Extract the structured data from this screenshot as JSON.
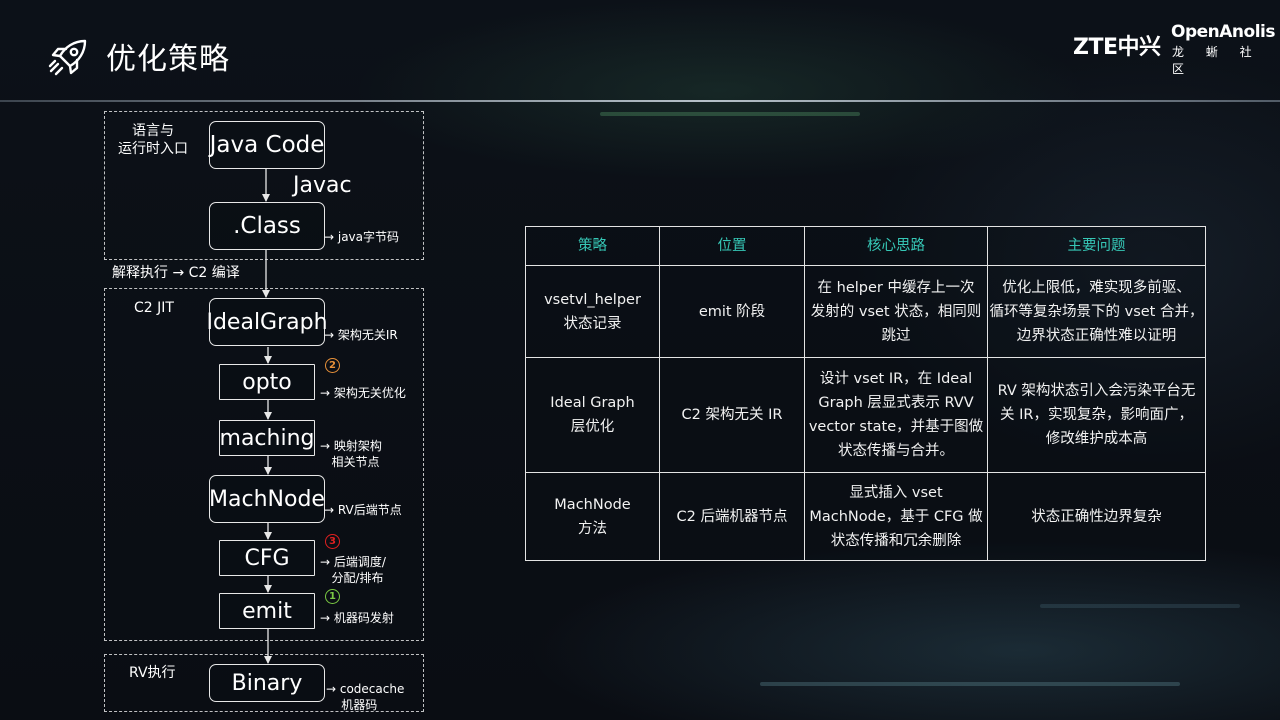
{
  "header": {
    "title": "优化策略",
    "logo_zte": "ZTE中兴",
    "logo_openanolis": "OpenAnolis",
    "logo_openanolis_sub": "龙 蜥 社 区"
  },
  "colors": {
    "accent_teal": "#36c7b6",
    "badge_orange": "#e8913a",
    "badge_red": "#e02020",
    "badge_green": "#7ac943"
  },
  "diagram": {
    "section_entry_label": "语言与\n运行时入口",
    "interpret_label": "解释执行 → C2 编译",
    "c2_label": "C2 JIT",
    "rv_label": "RV执行",
    "javac_label": "Javac",
    "nodes": {
      "java_code": "Java Code",
      "class": ".Class",
      "ideal_graph": "IdealGraph",
      "opto": "opto",
      "maching": "maching",
      "mach_node": "MachNode",
      "cfg": "CFG",
      "emit": "emit",
      "binary": "Binary"
    },
    "notes": {
      "class": "→ java字节码",
      "ideal_graph": "→ 架构无关IR",
      "opto": "→ 架构无关优化",
      "maching": "→ 映射架构\n   相关节点",
      "mach_node": "→ RV后端节点",
      "cfg": "→ 后端调度/\n   分配/排布",
      "emit": "→ 机器码发射",
      "binary": "→ codecache\n    机器码"
    },
    "badges": {
      "opto": "2",
      "cfg": "3",
      "emit": "1"
    }
  },
  "table": {
    "headers": [
      "策略",
      "位置",
      "核心思路",
      "主要问题"
    ],
    "rows": [
      [
        "vsetvl_helper\n状态记录",
        "emit 阶段",
        "在 helper 中缓存上一次\n发射的 vset 状态，相同则\n跳过",
        "优化上限低，难实现多前驱、\n循环等复杂场景下的 vset 合并，\n边界状态正确性难以证明"
      ],
      [
        "Ideal Graph\n层优化",
        "C2 架构无关 IR",
        "设计 vset IR，在 Ideal\nGraph 层显式表示 RVV\nvector state，并基于图做\n状态传播与合并。",
        "RV 架构状态引入会污染平台无\n关 IR，实现复杂，影响面广，\n修改维护成本高"
      ],
      [
        "MachNode\n方法",
        "C2 后端机器节点",
        "显式插入 vset\nMachNode，基于 CFG 做\n状态传播和冗余删除",
        "状态正确性边界复杂"
      ]
    ]
  }
}
